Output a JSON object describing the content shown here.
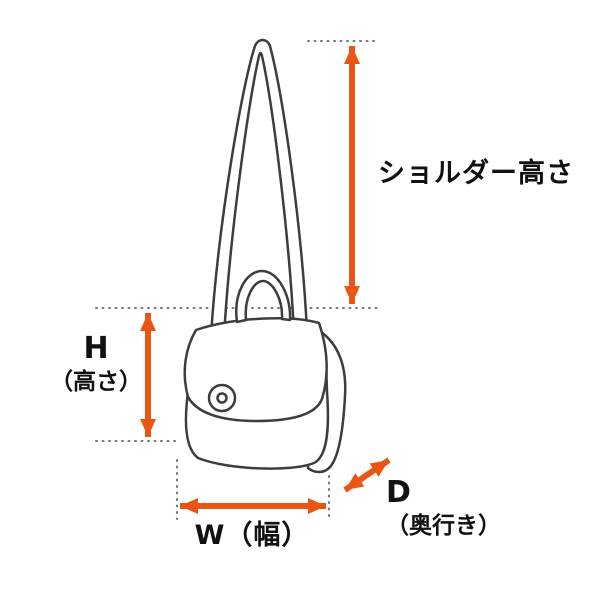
{
  "diagram": {
    "labels": {
      "shoulder_height": "ショルダー高さ",
      "height_symbol": "H",
      "height_caption": "（高さ）",
      "width": "W（幅）",
      "depth_symbol": "D",
      "depth_caption": "（奥行き）"
    },
    "colors": {
      "arrow": "#EA5514",
      "outline": "#3D3D3D",
      "dotted_line": "#777777",
      "text": "#111111",
      "background": "#FFFFFF"
    }
  }
}
